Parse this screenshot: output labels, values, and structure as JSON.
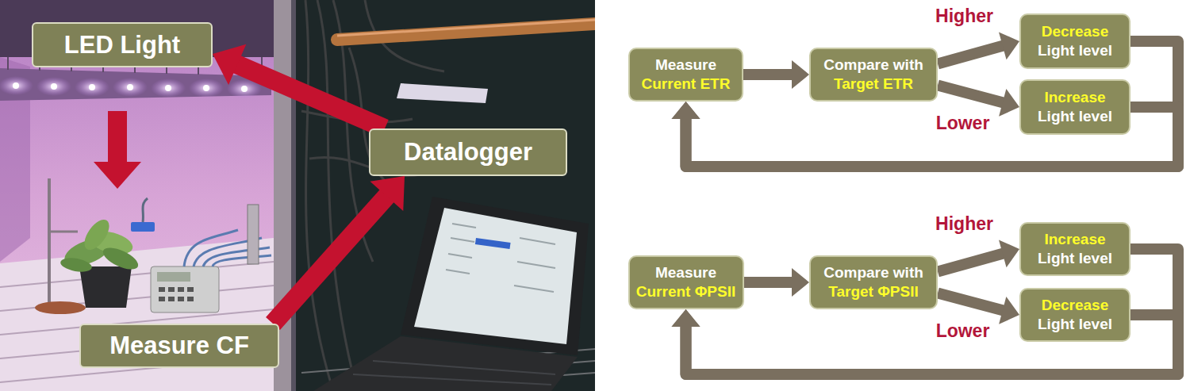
{
  "diagram": {
    "nodes": [
      {
        "text": [
          "LED Light"
        ]
      },
      {
        "text": [
          "Datalogger"
        ]
      },
      {
        "text": [
          "Measure CF"
        ]
      },
      {
        "text": [
          "Measure",
          "Current ETR"
        ]
      },
      {
        "text": [
          "Compare with",
          "Target ETR"
        ]
      },
      {
        "text": [
          "Decrease",
          "Light level"
        ]
      },
      {
        "text": [
          "Increase",
          "Light level"
        ]
      },
      {
        "text": [
          "Measure",
          "Current ΦPSII"
        ]
      },
      {
        "text": [
          "Compare with",
          "Target ΦPSII"
        ]
      },
      {
        "text": [
          "Increase",
          "Light level"
        ]
      },
      {
        "text": [
          "Decrease",
          "Light level"
        ]
      }
    ],
    "edges": [
      {
        "from": 1,
        "to": 0,
        "arrow": "to"
      },
      {
        "from": 2,
        "to": 1,
        "arrow": "to"
      },
      {
        "from": 3,
        "to": 4,
        "arrow": "to"
      },
      {
        "from": 4,
        "to": 5,
        "label": "Higher",
        "arrow": "to"
      },
      {
        "from": 4,
        "to": 6,
        "label": "Lower",
        "arrow": "to"
      },
      {
        "from": 5,
        "to": 3,
        "arrow": "to"
      },
      {
        "from": 6,
        "to": 3,
        "arrow": "to"
      },
      {
        "from": 7,
        "to": 8,
        "arrow": "to"
      },
      {
        "from": 8,
        "to": 9,
        "label": "Higher",
        "arrow": "to"
      },
      {
        "from": 8,
        "to": 10,
        "label": "Lower",
        "arrow": "to"
      },
      {
        "from": 9,
        "to": 7,
        "arrow": "to"
      },
      {
        "from": 10,
        "to": 7,
        "arrow": "to"
      }
    ]
  }
}
